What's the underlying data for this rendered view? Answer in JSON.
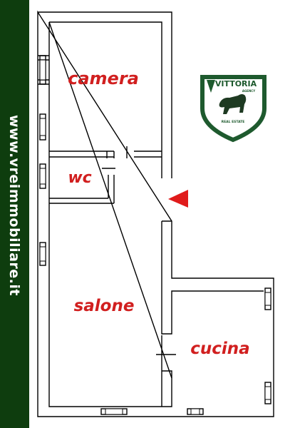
{
  "site": {
    "url": "www.vreimmobiliare.it"
  },
  "logo": {
    "name": "VITTORIA",
    "sub": "AGENCY",
    "tagline": "REAL ESTATE",
    "color": "#1e5a2e"
  },
  "rooms": {
    "camera": "camera",
    "wc": "wc",
    "salone": "salone",
    "cucina": "cucina"
  },
  "colors": {
    "sidebar": "#0e3d0e",
    "label": "#d11f1f",
    "entry_arrow": "#e01b1b",
    "wall": "#000000"
  },
  "icons": {
    "entry": "entry-arrow-icon",
    "logo": "bull-shield-icon"
  }
}
